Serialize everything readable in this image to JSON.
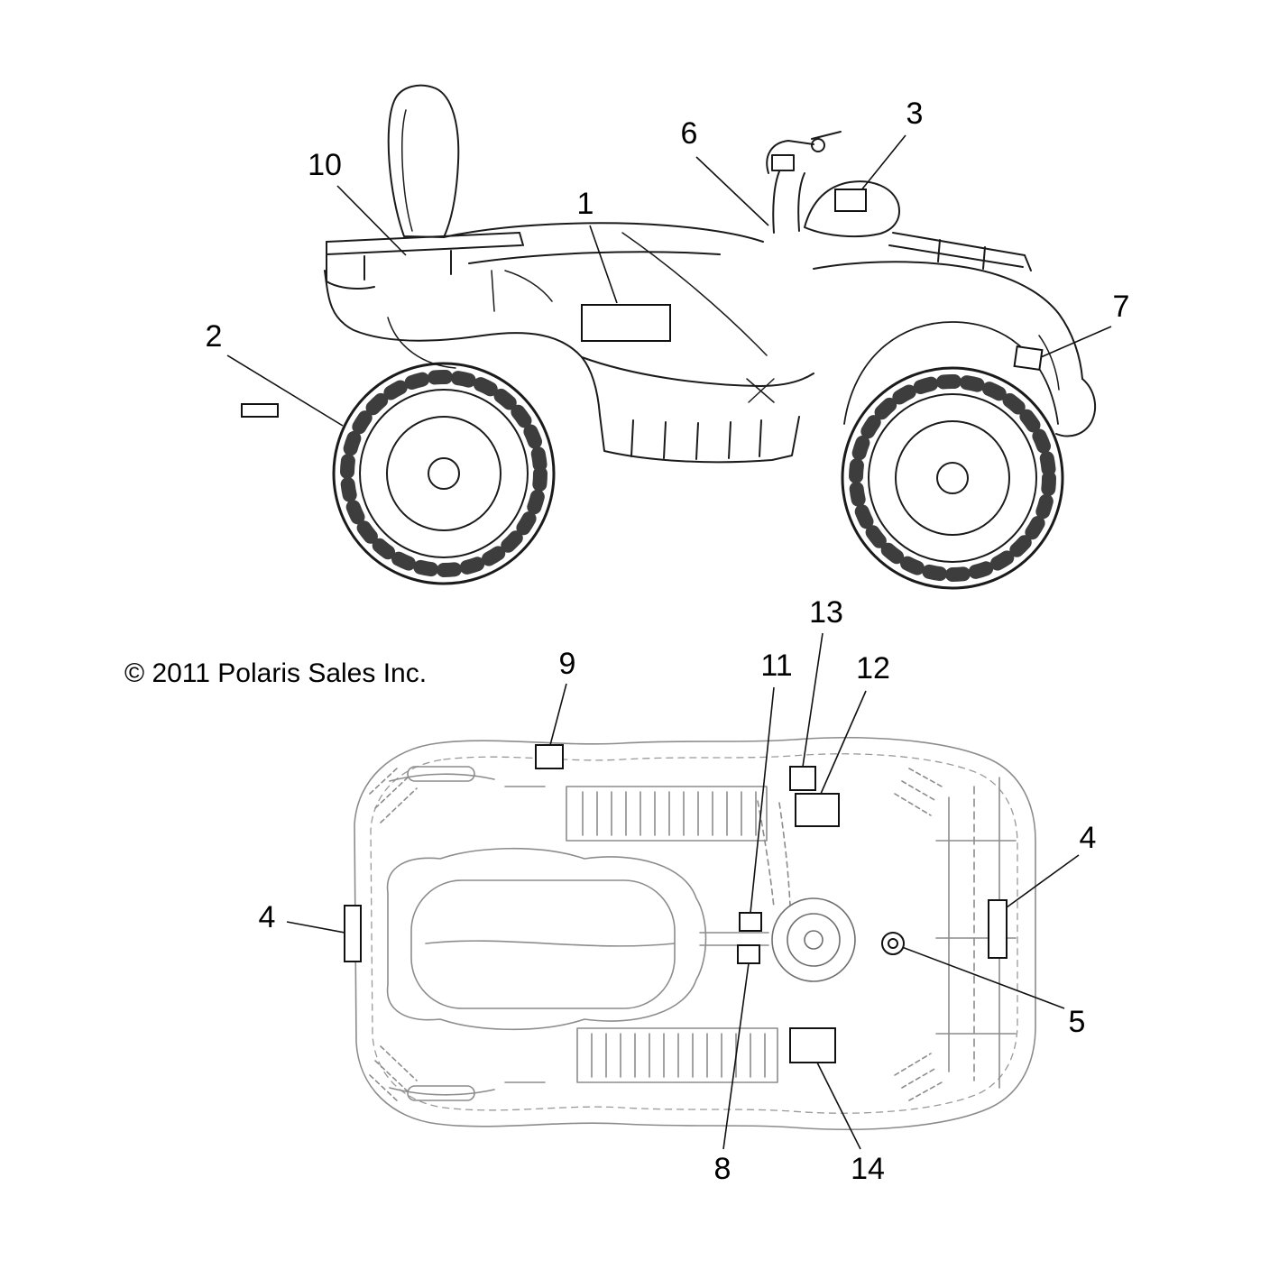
{
  "copyright": "© 2011 Polaris Sales Inc.",
  "callouts": [
    {
      "label": "3"
    },
    {
      "label": "6"
    },
    {
      "label": "10"
    },
    {
      "label": "1"
    },
    {
      "label": "7"
    },
    {
      "label": "2"
    },
    {
      "label": "13"
    },
    {
      "label": "9"
    },
    {
      "label": "11"
    },
    {
      "label": "12"
    },
    {
      "label": "4"
    },
    {
      "label": "4"
    },
    {
      "label": "5"
    },
    {
      "label": "8"
    },
    {
      "label": "14"
    }
  ]
}
